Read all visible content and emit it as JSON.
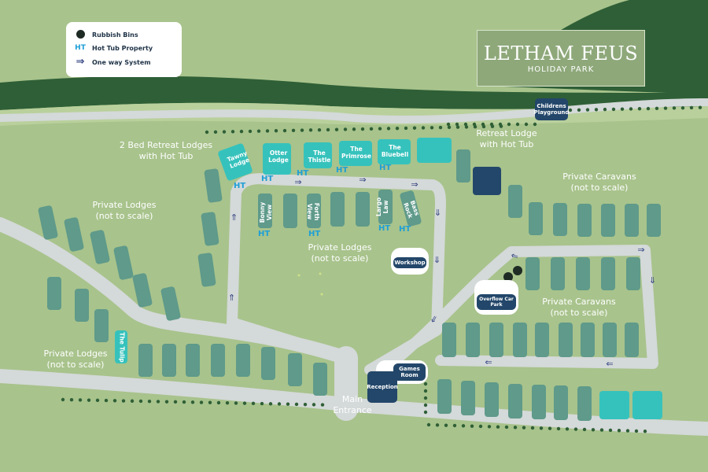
{
  "title": {
    "main": "LETHAM FEUS",
    "sub": "HOLIDAY PARK"
  },
  "legend": {
    "items": [
      {
        "icon": "rubbish-bin-dot-icon",
        "label": "Rubbish Bins"
      },
      {
        "icon": "ht-icon",
        "symbol": "HT",
        "label": "Hot Tub Property"
      },
      {
        "icon": "one-way-arrow-icon",
        "label": "One way System"
      }
    ]
  },
  "areas": {
    "two_bed_retreat": "2 Bed Retreat Lodges\nwith Hot Tub",
    "retreat_lodge": "Retreat Lodge\nwith Hot Tub",
    "private_lodges_left": "Private Lodges\n(not to scale)",
    "private_lodges_center": "Private Lodges\n(not to scale)",
    "private_lodges_bottom": "Private Lodges\n(not to scale)",
    "private_caravans_top": "Private Caravans\n(not to scale)",
    "private_caravans_mid": "Private Caravans\n(not to scale)",
    "main_entrance": "Main\nEntrance"
  },
  "lodges": {
    "tawny": "Tawny\nLodge",
    "otter": "Otter\nLodge",
    "thistle": "The\nThistle",
    "primrose": "The\nPrimrose",
    "bluebell": "The\nBluebell",
    "bonny_view": "Bonny\nView",
    "forth_view": "Forth\nView",
    "largo_law": "Largo\nLaw",
    "bass_rock": "Bass\nRock",
    "tulip": "The Tulip"
  },
  "hot_tub_symbol": "HT",
  "facilities": {
    "childrens_playground": "Childrens\nPlayground",
    "workshop": "Workshop",
    "overflow_car_park": "Overflow Car Park",
    "games_room": "Games Room",
    "reception": "Reception"
  },
  "colors": {
    "grass": "#a8c38c",
    "hill": "#2f5f36",
    "road": "#d4d9d9",
    "unit": "#5f9a8a",
    "hot_tub_unit": "#36c2bc",
    "facility": "#23476a",
    "hedge": "#2f5f36"
  }
}
